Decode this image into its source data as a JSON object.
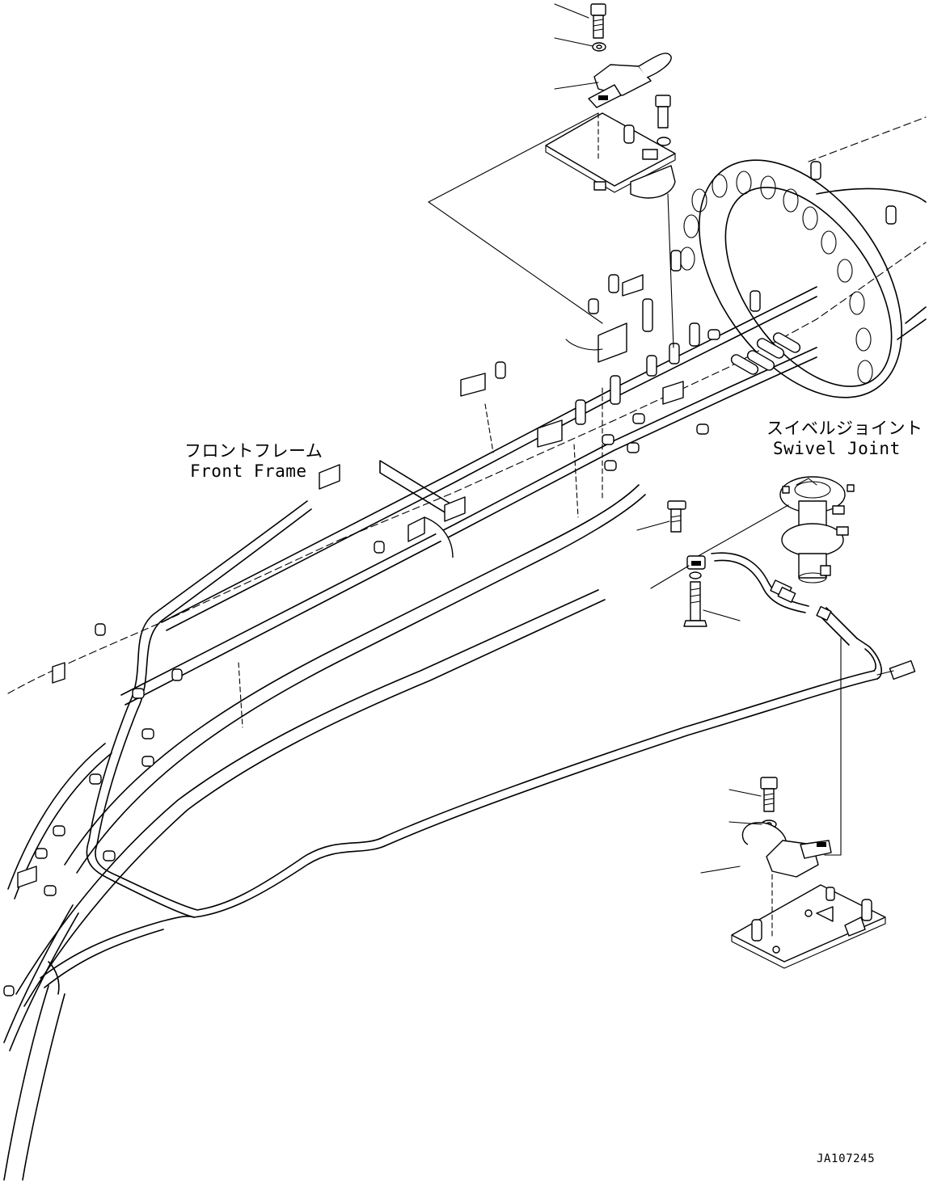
{
  "labels": {
    "front_frame_jp": "フロントフレーム",
    "front_frame_en": "Front Frame",
    "swivel_joint_jp": "スイベルジョイント",
    "swivel_joint_en": "Swivel Joint"
  },
  "drawing_code": "JA107245",
  "colors": {
    "line": "#000000",
    "background": "#ffffff"
  }
}
